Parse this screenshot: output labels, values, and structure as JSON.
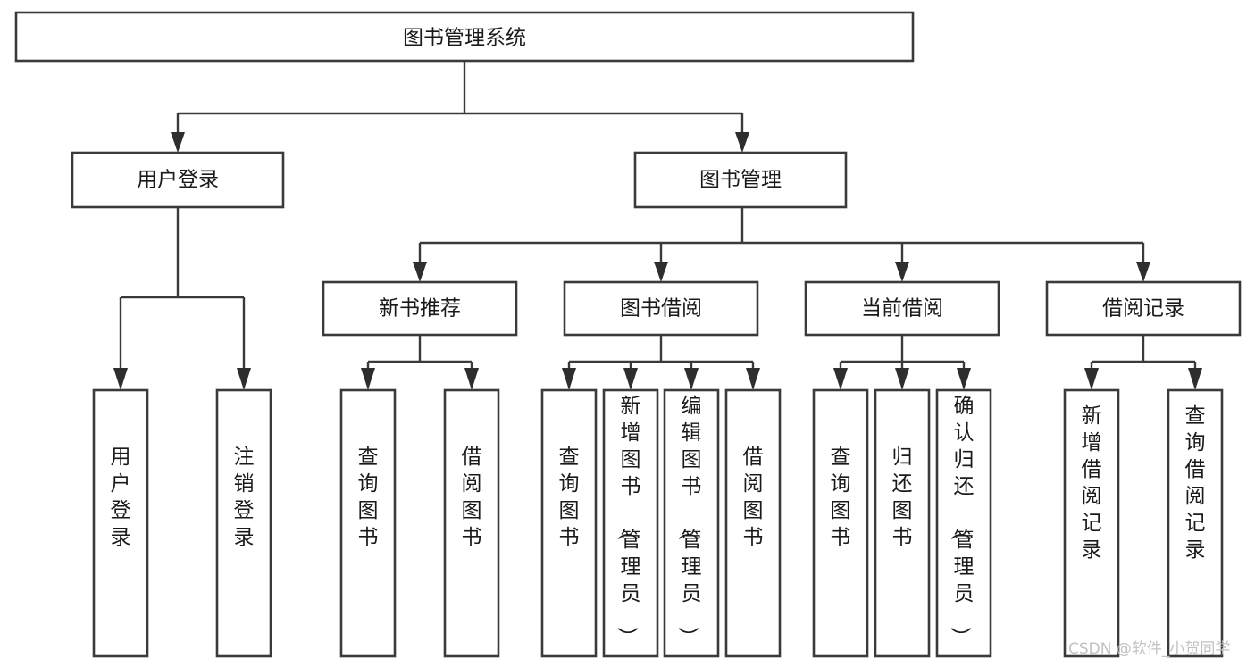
{
  "diagram": {
    "title": "图书管理系统",
    "type": "tree-hierarchy",
    "orientation": "top-down",
    "levels": 4,
    "root": {
      "label": "图书管理系统",
      "orientation": "horizontal"
    },
    "level2": [
      {
        "label": "用户登录",
        "orientation": "horizontal"
      },
      {
        "label": "图书管理",
        "orientation": "horizontal"
      }
    ],
    "level3": [
      {
        "label": "新书推荐",
        "orientation": "horizontal",
        "parent": "图书管理"
      },
      {
        "label": "图书借阅",
        "orientation": "horizontal",
        "parent": "图书管理"
      },
      {
        "label": "当前借阅",
        "orientation": "horizontal",
        "parent": "图书管理"
      },
      {
        "label": "借阅记录",
        "orientation": "horizontal",
        "parent": "图书管理"
      }
    ],
    "leaves": {
      "用户登录": [
        {
          "label": "用户登录",
          "orientation": "vertical"
        },
        {
          "label": "注销登录",
          "orientation": "vertical"
        }
      ],
      "新书推荐": [
        {
          "label": "查询图书",
          "orientation": "vertical"
        },
        {
          "label": "借阅图书",
          "orientation": "vertical"
        }
      ],
      "图书借阅": [
        {
          "label": "查询图书",
          "orientation": "vertical"
        },
        {
          "label": "新增图书（管理员）",
          "orientation": "vertical"
        },
        {
          "label": "编辑图书（管理员）",
          "orientation": "vertical"
        },
        {
          "label": "借阅图书",
          "orientation": "vertical"
        }
      ],
      "当前借阅": [
        {
          "label": "查询图书",
          "orientation": "vertical"
        },
        {
          "label": "归还图书",
          "orientation": "vertical"
        },
        {
          "label": "确认归还（管理员）",
          "orientation": "vertical"
        }
      ],
      "借阅记录": [
        {
          "label": "新增借阅记录",
          "orientation": "vertical"
        },
        {
          "label": "查询借阅记录",
          "orientation": "vertical"
        }
      ]
    }
  },
  "watermark": {
    "text": "CSDN @软件_小贺同学"
  },
  "colors": {
    "box_stroke": "#3a3a3a",
    "box_fill": "#ffffff",
    "line": "#3a3a3a",
    "text": "#1a1a1a",
    "watermark": "#c2c2c2",
    "background": "#ffffff"
  }
}
